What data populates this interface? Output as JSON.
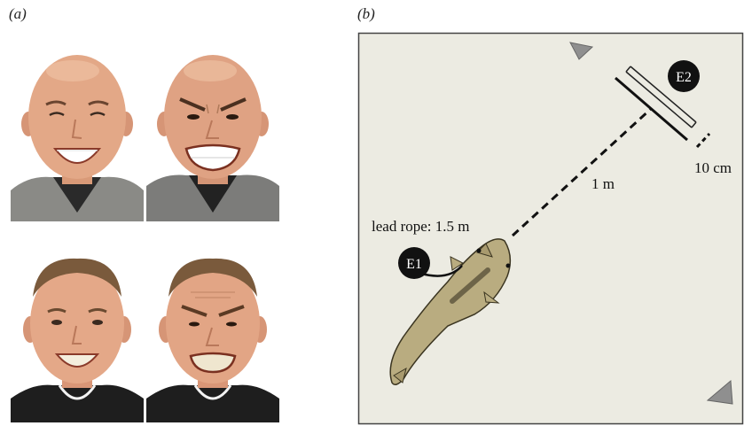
{
  "panel_a": {
    "label": "(a)",
    "photos": [
      {
        "name": "man-1-happy-face",
        "expression": "happy"
      },
      {
        "name": "man-1-angry-face",
        "expression": "angry"
      },
      {
        "name": "man-2-happy-face",
        "expression": "happy"
      },
      {
        "name": "man-2-angry-face",
        "expression": "angry"
      }
    ]
  },
  "panel_b": {
    "label": "(b)",
    "experimenter_1": "E1",
    "experimenter_2": "E2",
    "lead_rope_label": "lead rope: 1.5 m",
    "distance_label": "1 m",
    "gap_label": "10 cm",
    "colors": {
      "arena": "#ecebe2",
      "horse": "#b9ac80",
      "marker": "#8f8f8f"
    }
  }
}
